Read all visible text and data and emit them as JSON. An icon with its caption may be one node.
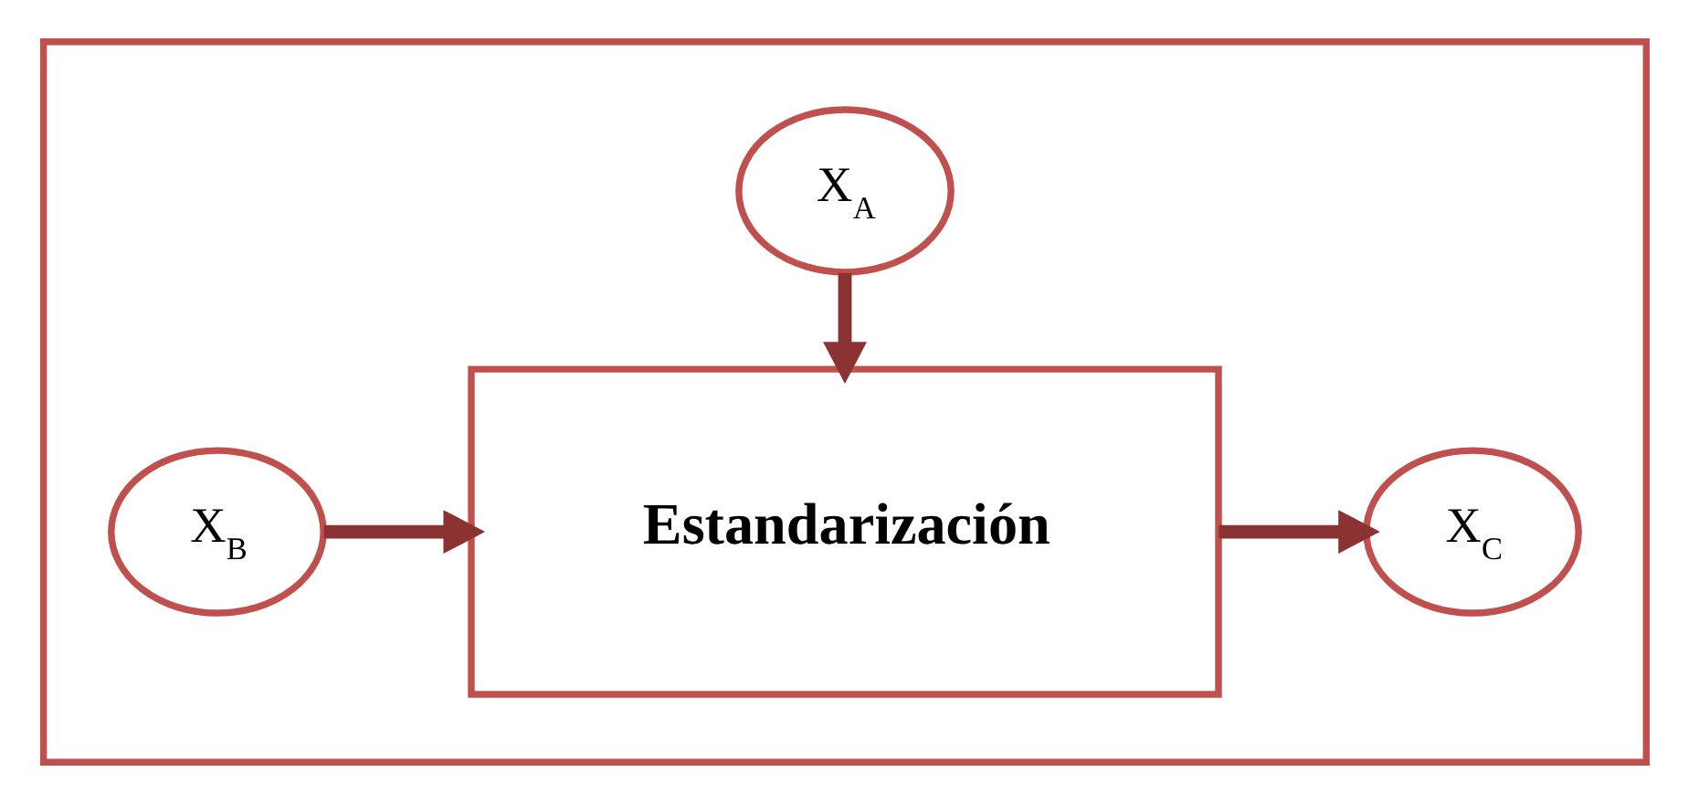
{
  "diagram": {
    "nodes": [
      {
        "text": [],
        "shape": "box"
      },
      {
        "text": [
          "X$_{A}$"
        ],
        "in": 0
      },
      {
        "text": [
          "X$_{B}$"
        ],
        "in": 0
      },
      {
        "text": [
          "Estandarización"
        ],
        "in": 0
      },
      {
        "text": [
          "X$_{C}$"
        ],
        "in": 0
      }
    ],
    "edges": [
      {
        "from": 1,
        "to": 3,
        "arrow": "to"
      },
      {
        "from": 2,
        "to": 3,
        "arrow": "to"
      },
      {
        "from": 3,
        "to": 4,
        "arrow": "to"
      }
    ]
  }
}
